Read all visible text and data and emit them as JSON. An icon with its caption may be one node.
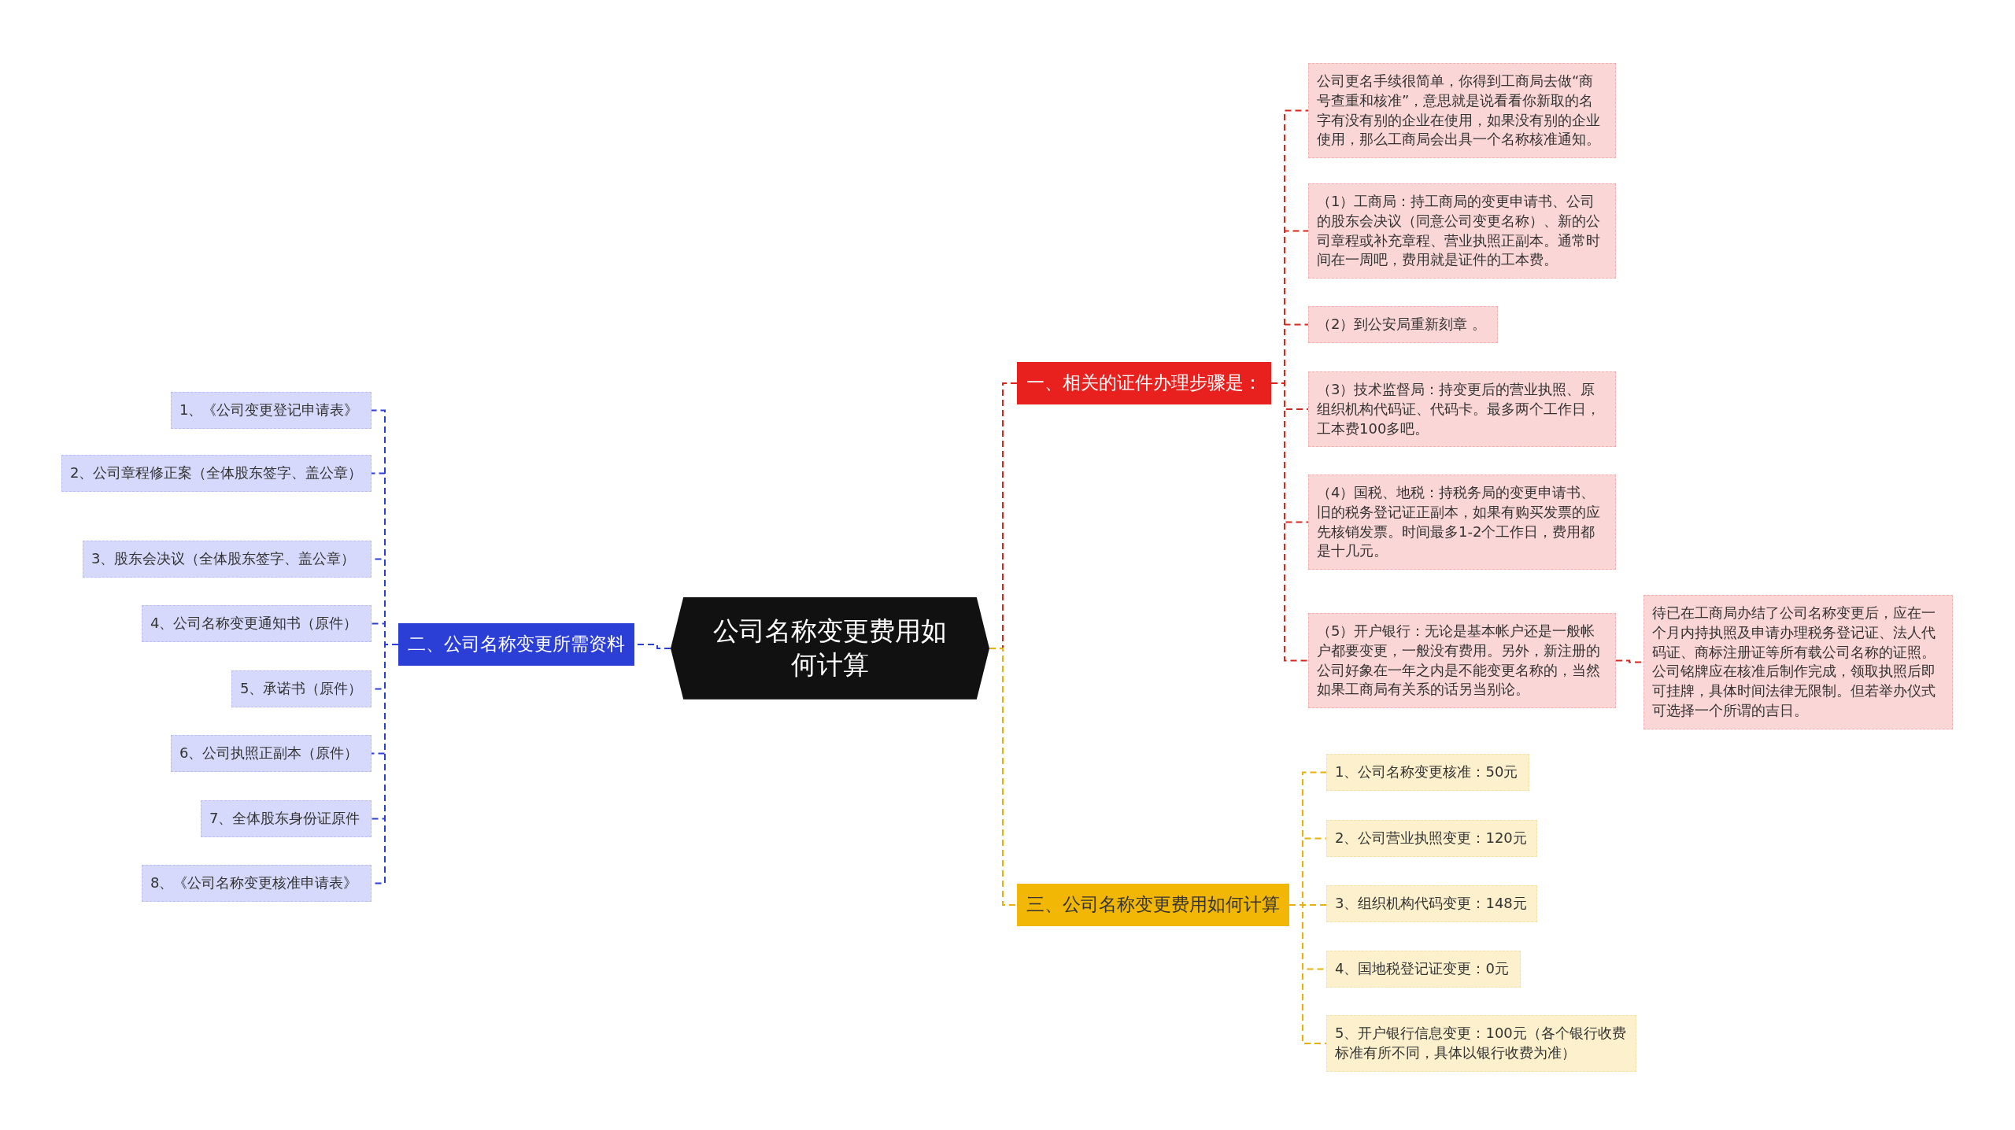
{
  "diagram": {
    "nodes": [
      {
        "text": [
          "公司名称变更费用如何计算"
        ]
      },
      {
        "text": [
          "一、相关的证件办理步骤是："
        ]
      },
      {
        "text": [
          "公司更名手续很简单，你得到工商局去做“商号查重和核准”，意思就是说看看你新取的名字有没有别的企业在使用，如果没有别的企业使用，那么工商局会出具一个名称核准通知。"
        ]
      },
      {
        "text": [
          "（1）工商局：持工商局的变更申请书、公司的股东会决议（同意公司变更名称）、新的公司章程或补充章程、营业执照正副本。通常时间在一周吧，费用就是证件的工本费。"
        ]
      },
      {
        "text": [
          "（2）到公安局重新刻章 。"
        ]
      },
      {
        "text": [
          "（3）技术监督局：持变更后的营业执照、原组织机构代码证、代码卡。最多两个工作日，工本费100多吧。"
        ]
      },
      {
        "text": [
          "（4）国税、地税：持税务局的变更申请书、旧的税务登记证正副本，如果有购买发票的应先核销发票。时间最多1-2个工作日，费用都是十几元。"
        ]
      },
      {
        "text": [
          "（5）开户银行：无论是基本帐户还是一般帐户都要变更，一般没有费用。另外，新注册的公司好象在一年之内是不能变更名称的，当然如果工商局有关系的话另当别论。"
        ]
      },
      {
        "text": [
          "待已在工商局办结了公司名称变更后，应在一个月内持执照及申请办理税务登记证、法人代码证、商标注册证等所有载公司名称的证照。公司铭牌应在核准后制作完成，领取执照后即可挂牌，具体时间法律无限制。但若举办仪式可选择一个所谓的吉日。"
        ]
      },
      {
        "text": [
          "二、公司名称变更所需资料"
        ]
      },
      {
        "text": [
          "1、《公司变更登记申请表》"
        ]
      },
      {
        "text": [
          "2、公司章程修正案（全体股东签字、盖公章）"
        ]
      },
      {
        "text": [
          "3、股东会决议（全体股东签字、盖公章）"
        ]
      },
      {
        "text": [
          "4、公司名称变更通知书（原件）"
        ]
      },
      {
        "text": [
          "5、承诺书（原件）"
        ]
      },
      {
        "text": [
          "6、公司执照正副本（原件）"
        ]
      },
      {
        "text": [
          "7、全体股东身份证原件"
        ]
      },
      {
        "text": [
          "8、《公司名称变更核准申请表》"
        ]
      },
      {
        "text": [
          "三、公司名称变更费用如何计算"
        ]
      },
      {
        "text": [
          "1、公司名称变更核准：50元"
        ]
      },
      {
        "text": [
          "2、公司营业执照变更：120元"
        ]
      },
      {
        "text": [
          "3、组织机构代码变更：148元"
        ]
      },
      {
        "text": [
          "4、国地税登记证变更：0元"
        ]
      },
      {
        "text": [
          "5、开户银行信息变更：100元（各个银行收费标准有所不同，具体以银行收费为准）"
        ]
      }
    ],
    "edges": [
      {
        "from": 0,
        "to": 1,
        "arrow": "none",
        "style": "dashed",
        "color": "#d9261c"
      },
      {
        "from": 0,
        "to": 9,
        "arrow": "none",
        "style": "dashed",
        "color": "#2b3fd6"
      },
      {
        "from": 0,
        "to": 18,
        "arrow": "none",
        "style": "dashed",
        "color": "#e8b00a"
      },
      {
        "from": 1,
        "to": 2,
        "arrow": "none",
        "style": "dashed",
        "color": "#d9261c"
      },
      {
        "from": 1,
        "to": 3,
        "arrow": "none",
        "style": "dashed",
        "color": "#d9261c"
      },
      {
        "from": 1,
        "to": 4,
        "arrow": "none",
        "style": "dashed",
        "color": "#d9261c"
      },
      {
        "from": 1,
        "to": 5,
        "arrow": "none",
        "style": "dashed",
        "color": "#d9261c"
      },
      {
        "from": 1,
        "to": 6,
        "arrow": "none",
        "style": "dashed",
        "color": "#d9261c"
      },
      {
        "from": 1,
        "to": 7,
        "arrow": "none",
        "style": "dashed",
        "color": "#d9261c"
      },
      {
        "from": 7,
        "to": 8,
        "arrow": "none",
        "style": "dashed",
        "color": "#d9261c"
      },
      {
        "from": 9,
        "to": 10,
        "arrow": "none",
        "style": "dashed",
        "color": "#2b3fd6"
      },
      {
        "from": 9,
        "to": 11,
        "arrow": "none",
        "style": "dashed",
        "color": "#2b3fd6"
      },
      {
        "from": 9,
        "to": 12,
        "arrow": "none",
        "style": "dashed",
        "color": "#2b3fd6"
      },
      {
        "from": 9,
        "to": 13,
        "arrow": "none",
        "style": "dashed",
        "color": "#2b3fd6"
      },
      {
        "from": 9,
        "to": 14,
        "arrow": "none",
        "style": "dashed",
        "color": "#2b3fd6"
      },
      {
        "from": 9,
        "to": 15,
        "arrow": "none",
        "style": "dashed",
        "color": "#2b3fd6"
      },
      {
        "from": 9,
        "to": 16,
        "arrow": "none",
        "style": "dashed",
        "color": "#2b3fd6"
      },
      {
        "from": 9,
        "to": 17,
        "arrow": "none",
        "style": "dashed",
        "color": "#2b3fd6"
      },
      {
        "from": 18,
        "to": 19,
        "arrow": "none",
        "style": "dashed",
        "color": "#e8b00a"
      },
      {
        "from": 18,
        "to": 20,
        "arrow": "none",
        "style": "dashed",
        "color": "#e8b00a"
      },
      {
        "from": 18,
        "to": 21,
        "arrow": "none",
        "style": "dashed",
        "color": "#e8b00a"
      },
      {
        "from": 18,
        "to": 22,
        "arrow": "none",
        "style": "dashed",
        "color": "#e8b00a"
      },
      {
        "from": 18,
        "to": 23,
        "arrow": "none",
        "style": "dashed",
        "color": "#e8b00a"
      }
    ]
  }
}
